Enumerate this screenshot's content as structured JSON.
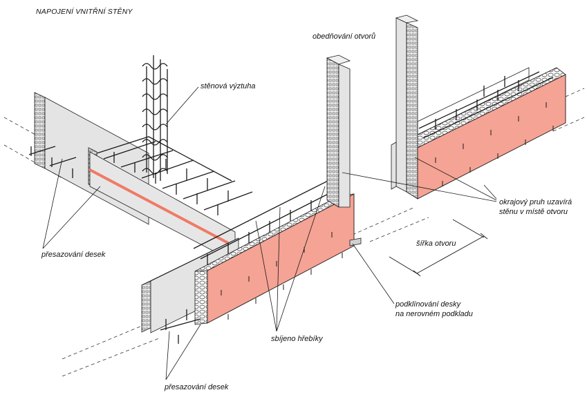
{
  "title": "NAPOJENÍ VNITŘNÍ STĚNY",
  "labels": {
    "wall_reinforcement": "stěnová výztuha",
    "opening_framing": "obedňování otvorů",
    "edge_strip_line1": "okrajový pruh uzavírá",
    "edge_strip_line2": "stěnu v místě otvoru",
    "opening_width": "šířka otvoru",
    "board_offset_left": "přesazování desek",
    "wedging_line1": "podklínování desky",
    "wedging_line2": "na nerovném podkladu",
    "nailed": "sbíjeno hřebíky",
    "board_offset_bottom": "přesazování desek"
  },
  "colors": {
    "panel_grey": "#e4e4e4",
    "panel_face_red": "#f4a394",
    "stripe_red": "#f07a66",
    "outline": "#1a1a1a"
  }
}
